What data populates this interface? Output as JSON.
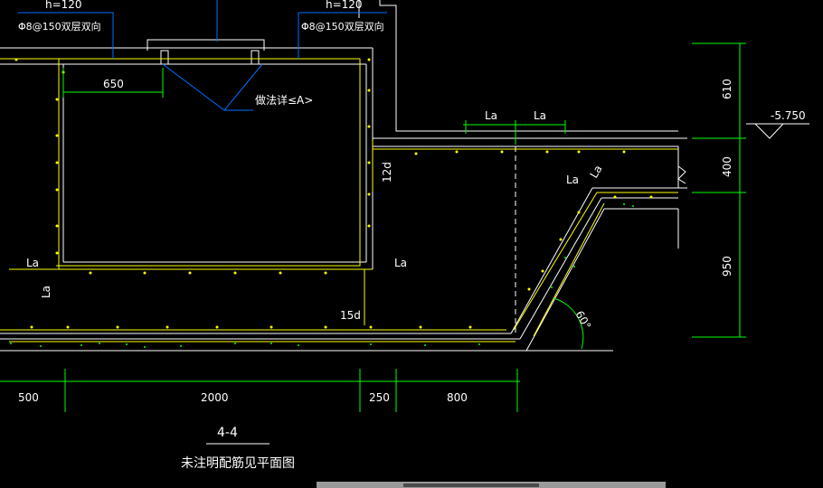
{
  "labels": {
    "slab_h_left": "h=120",
    "slab_h_right": "h=120",
    "rebar_left": "Φ8@150双层双向",
    "rebar_right": "Φ8@150双层双向",
    "dim_650": "650",
    "callout": "做法详≤A>",
    "la_top_1": "La",
    "la_top_2": "La",
    "elevation": "-5.750",
    "dim_12d": "12d",
    "la_slope_h": "La",
    "la_slope_d": "La",
    "la_left": "La",
    "la_mid": "La",
    "la_vert": "La",
    "dim_15d": "15d",
    "angle": "60°"
  },
  "dims_right": {
    "d1": "610",
    "d2": "400",
    "d3": "950"
  },
  "dims_bottom": {
    "d1": "500",
    "d2": "2000",
    "d3": "250",
    "d4": "800"
  },
  "title": {
    "section": "4-4",
    "note": "未注明配筋见平面图"
  },
  "colors": {
    "line": "#ffffff",
    "rebar": "#ffff00",
    "dim": "#00ff00",
    "leader": "#0070ff"
  }
}
